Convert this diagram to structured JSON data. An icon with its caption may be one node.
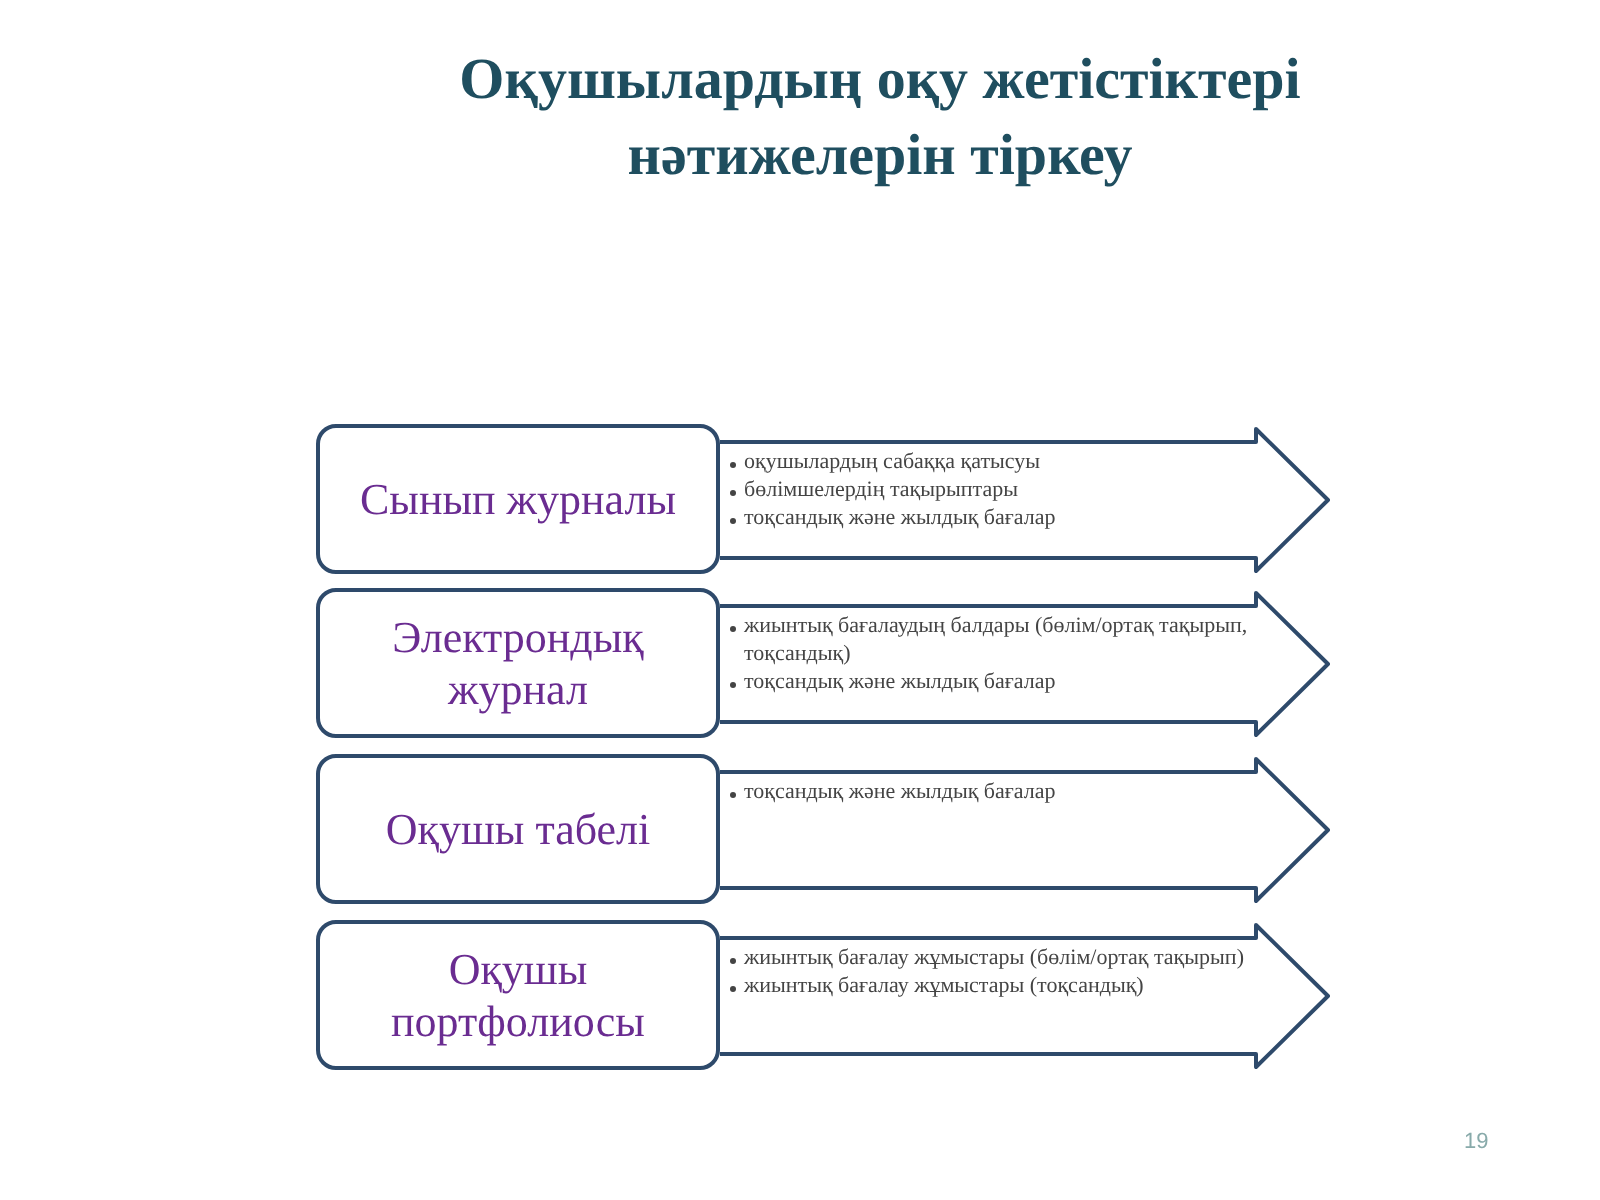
{
  "diagram": {
    "title": "Оқушылардың оқу жетістіктері нәтижелерін тіркеу",
    "nodes": [
      {
        "text": [
          "Сынып журналы"
        ]
      },
      {
        "text": [
          "оқушылардың сабаққа қатысуы",
          "бөлімшелердің тақырыптары",
          "тоқсандық және жылдық бағалар"
        ]
      },
      {
        "text": [
          "Электрондық журнал"
        ]
      },
      {
        "text": [
          "жиынтық бағалаудың балдары (бөлім/ортақ тақырып, тоқсандық)",
          "тоқсандық және жылдық бағалар"
        ]
      },
      {
        "text": [
          "Оқушы табелі"
        ]
      },
      {
        "text": [
          "тоқсандық және жылдық бағалар"
        ]
      },
      {
        "text": [
          "Оқушы портфолиосы"
        ]
      },
      {
        "text": [
          "жиынтық бағалау жұмыстары (бөлім/ортақ тақырып)",
          "жиынтық бағалау жұмыстары (тоқсандық)"
        ]
      }
    ],
    "labels": [
      "19"
    ]
  }
}
